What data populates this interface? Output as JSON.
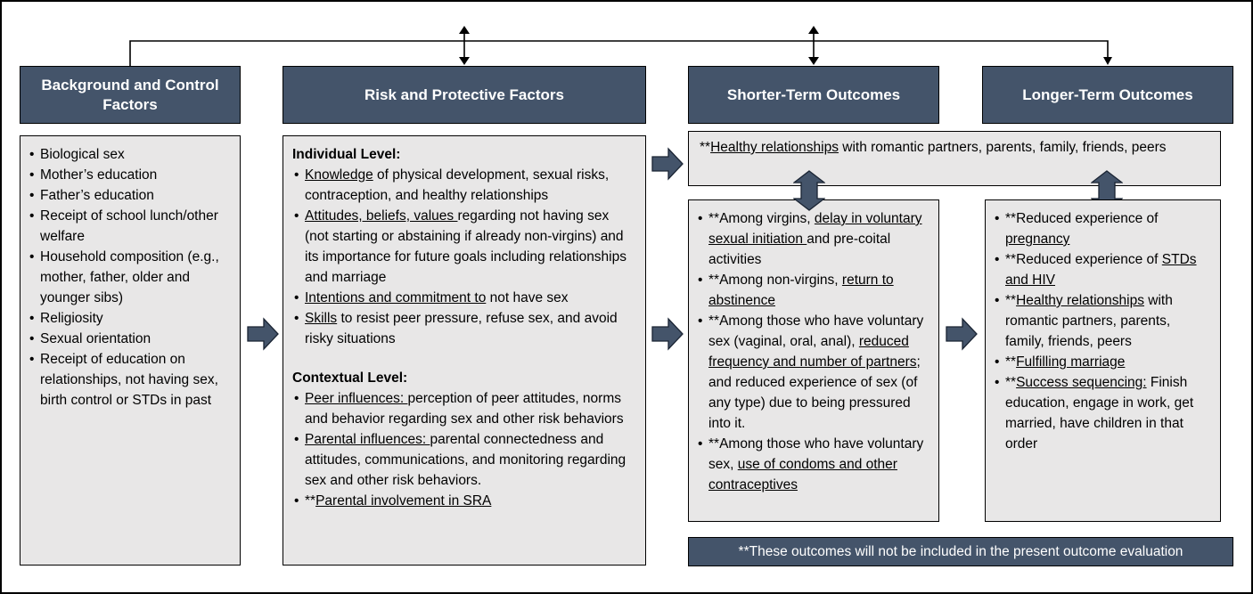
{
  "colors": {
    "dark": "#44546A",
    "light": "#E8E7E7",
    "line": "#000000"
  },
  "columns": {
    "background": {
      "header": "Background and Control Factors",
      "items": [
        "Biological sex",
        "Mother’s education",
        "Father’s education",
        "Receipt of school lunch/other welfare",
        "Household composition (e.g., mother, father, older and younger sibs)",
        "Religiosity",
        "Sexual orientation",
        "Receipt of education on relationships, not having sex, birth control or STDs in past"
      ]
    },
    "risk": {
      "header": "Risk and Protective Factors",
      "sections": [
        {
          "title": "Individual Level:",
          "items": [
            [
              {
                "t": "Knowledge",
                "u": true
              },
              {
                "t": " of physical development, sexual risks, contraception, and healthy relationships"
              }
            ],
            [
              {
                "t": "Attitudes, beliefs, values ",
                "u": true
              },
              {
                "t": "regarding not having sex (not starting or abstaining if already non-virgins) and its importance for future goals including relationships and marriage"
              }
            ],
            [
              {
                "t": "Intentions and commitment to",
                "u": true
              },
              {
                "t": " not have sex"
              }
            ],
            [
              {
                "t": "Skills",
                "u": true
              },
              {
                "t": " to resist peer pressure, refuse sex, and avoid risky situations"
              }
            ]
          ]
        },
        {
          "title": "Contextual Level:",
          "items": [
            [
              {
                "t": "Peer influences: ",
                "u": true
              },
              {
                "t": "perception of peer attitudes, norms and behavior regarding sex and other risk behaviors"
              }
            ],
            [
              {
                "t": "Parental influences: ",
                "u": true
              },
              {
                "t": "parental connectedness and attitudes, communications, and monitoring regarding sex and other risk behaviors."
              }
            ],
            [
              {
                "t": "**"
              },
              {
                "t": "Parental involvement in SRA",
                "u": true
              }
            ]
          ]
        }
      ]
    },
    "shorter": {
      "header": "Shorter-Term Outcomes",
      "top_box": [
        {
          "t": "**"
        },
        {
          "t": "Healthy relationships",
          "u": true
        },
        {
          "t": " with romantic partners, parents, family, friends, peers"
        }
      ],
      "items": [
        [
          {
            "t": "**Among virgins, "
          },
          {
            "t": "delay in voluntary sexual initiation ",
            "u": true
          },
          {
            "t": "and pre-coital activities"
          }
        ],
        [
          {
            "t": "**Among non-virgins, "
          },
          {
            "t": "return to abstinence",
            "u": true
          }
        ],
        [
          {
            "t": "**Among those who have voluntary sex (vaginal, oral, anal), "
          },
          {
            "t": "reduced frequency and number of partners",
            "u": true
          },
          {
            "t": "; and reduced experience of sex (of any type) due to being pressured into it."
          }
        ],
        [
          {
            "t": "**Among those who have voluntary sex, "
          },
          {
            "t": "use of condoms and other contraceptives",
            "u": true
          }
        ]
      ]
    },
    "longer": {
      "header": "Longer-Term Outcomes",
      "items": [
        [
          {
            "t": "**Reduced experience of "
          },
          {
            "t": "pregnancy",
            "u": true
          }
        ],
        [
          {
            "t": "**Reduced experience of "
          },
          {
            "t": "STDs and HIV",
            "u": true
          }
        ],
        [
          {
            "t": "**"
          },
          {
            "t": "Healthy relationships",
            "u": true
          },
          {
            "t": " with romantic partners, parents, family, friends, peers"
          }
        ],
        [
          {
            "t": "**"
          },
          {
            "t": "Fulfilling marriage",
            "u": true
          }
        ],
        [
          {
            "t": "**"
          },
          {
            "t": "Success sequencing:",
            "u": true
          },
          {
            "t": " Finish education, engage in work, get married, have children in that order"
          }
        ]
      ]
    }
  },
  "footnote": "**These outcomes will not be included in the present outcome evaluation"
}
